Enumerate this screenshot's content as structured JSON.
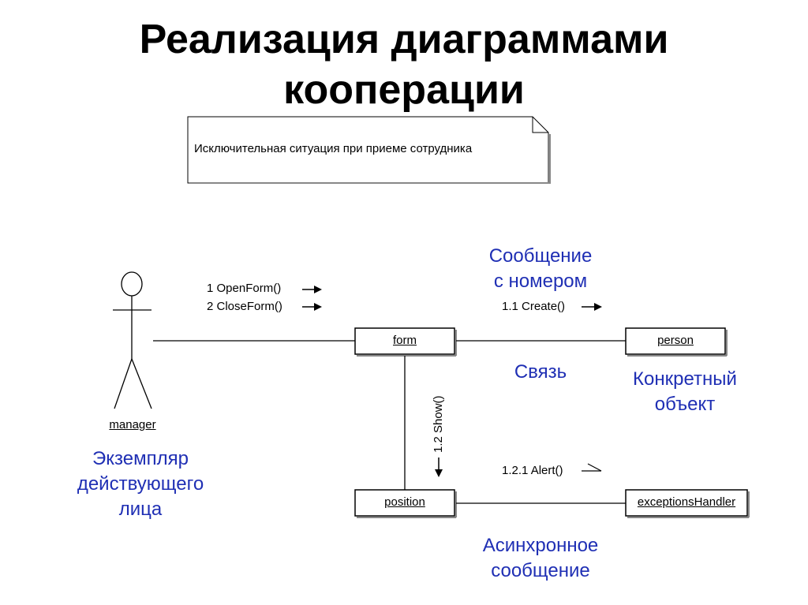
{
  "title": {
    "line1": "Реализация диаграммами",
    "line2": "кооперации"
  },
  "note": {
    "text": "Исключительная ситуация при приеме сотрудника"
  },
  "actor": {
    "name": "manager"
  },
  "objects": {
    "form": "form",
    "person": "person",
    "position": "position",
    "exceptions_handler": "exceptionsHandler"
  },
  "messages": {
    "open_form": "1 OpenForm()",
    "close_form": "2 CloseForm()",
    "create": "1.1 Create()",
    "show": "1.2 Show()",
    "alert": "1.2.1 Alert()"
  },
  "annotations": {
    "numbered_message": [
      "Сообщение",
      "с номером"
    ],
    "link": "Связь",
    "concrete_object": [
      "Конкретный",
      "объект"
    ],
    "actor_instance": [
      "Экземпляр",
      "действующего",
      "лица"
    ],
    "async_message": [
      "Асинхронное",
      "сообщение"
    ]
  },
  "colors": {
    "annotation": "#1f2fb4",
    "line": "#000000"
  }
}
